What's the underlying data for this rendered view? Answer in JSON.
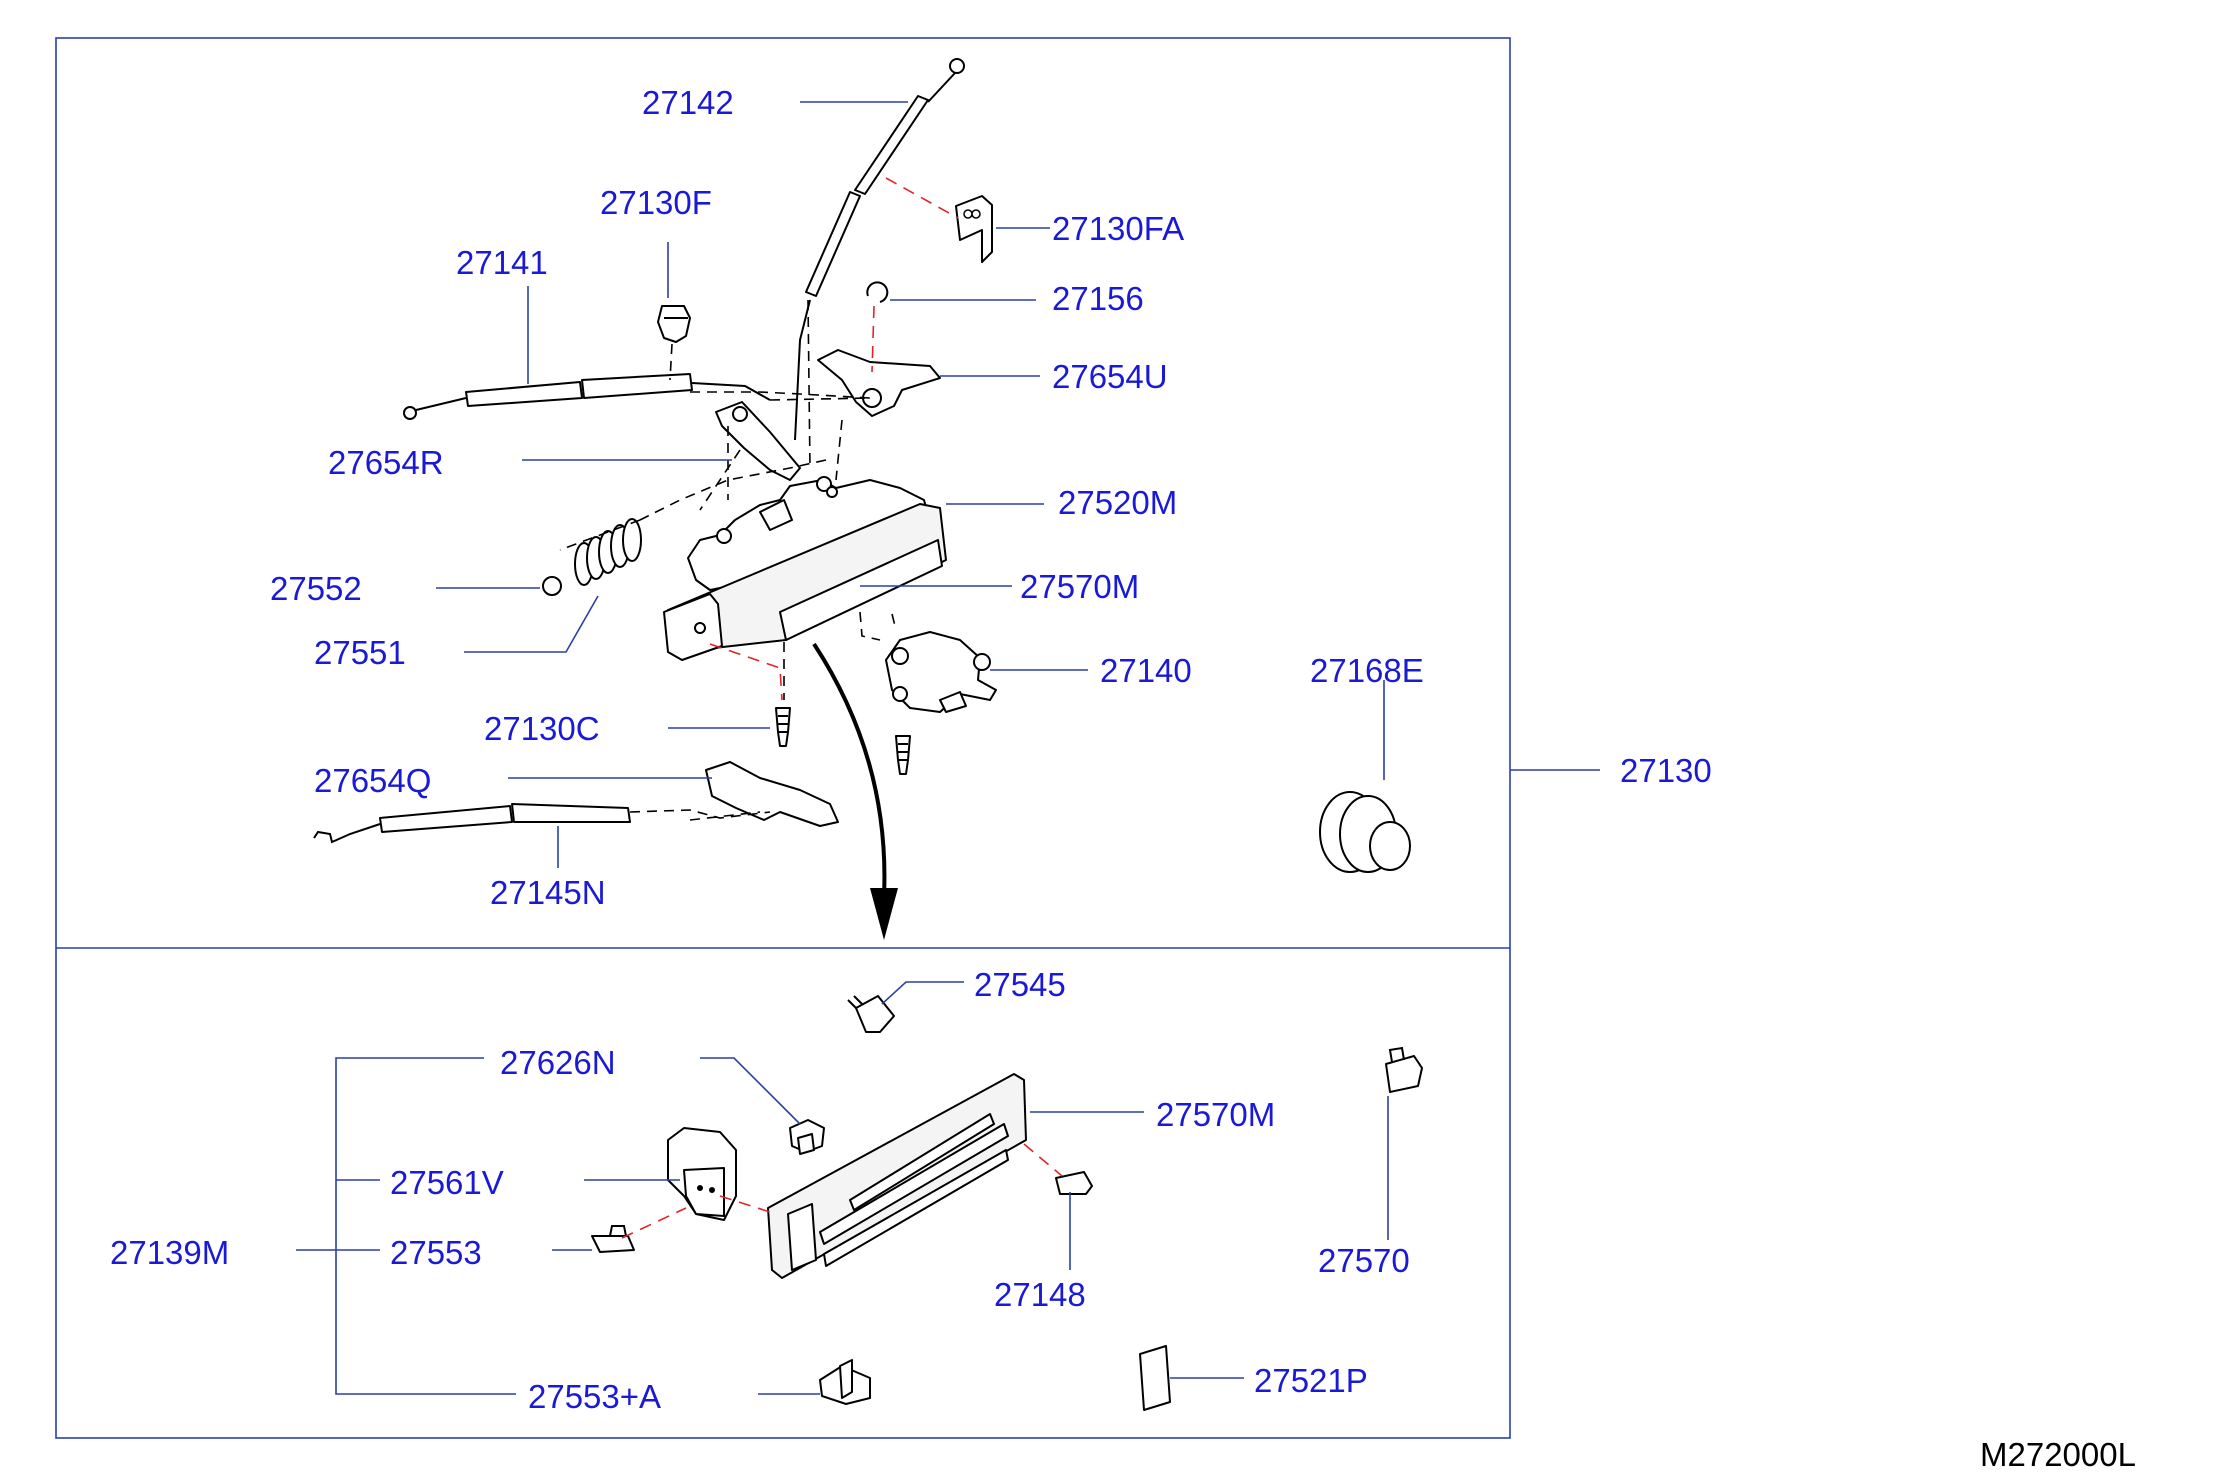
{
  "diagram_code": "M272000L",
  "labels": {
    "p27142": "27142",
    "p27130F": "27130F",
    "p27130FA": "27130FA",
    "p27141": "27141",
    "p27156": "27156",
    "p27654U": "27654U",
    "p27654R": "27654R",
    "p27520M": "27520M",
    "p27552": "27552",
    "p27570M_top": "27570M",
    "p27551": "27551",
    "p27140": "27140",
    "p27168E": "27168E",
    "p27130C": "27130C",
    "p27130": "27130",
    "p27654Q": "27654Q",
    "p27145N": "27145N",
    "p27545": "27545",
    "p27626N": "27626N",
    "p27570M_bottom": "27570M",
    "p27561V": "27561V",
    "p27139M": "27139M",
    "p27553": "27553",
    "p27148": "27148",
    "p27570": "27570",
    "p27553A": "27553+A",
    "p27521P": "27521P"
  },
  "colors": {
    "label": "#1a1ad6",
    "frame": "#2b3fa8",
    "hidden_line": "#000000",
    "fastener_line": "#e0252a"
  }
}
